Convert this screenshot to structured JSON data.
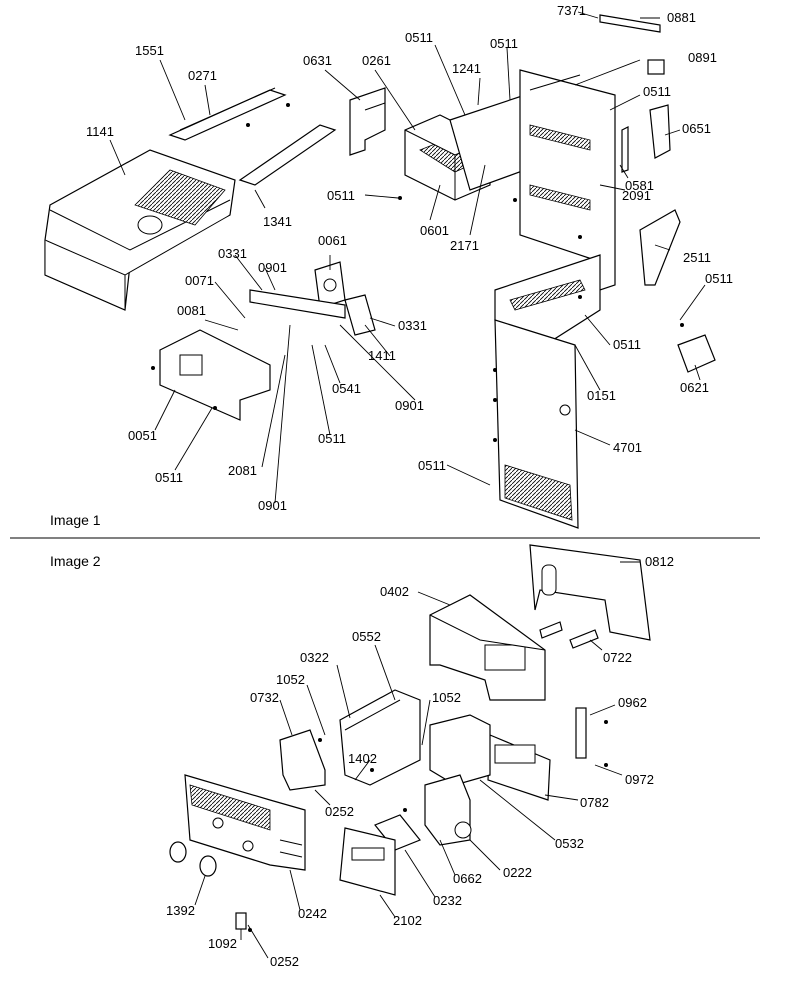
{
  "sections": [
    {
      "caption": "Image 1"
    },
    {
      "caption": "Image 2"
    }
  ],
  "image1": {
    "labels": [
      "7371",
      "0881",
      "1551",
      "0271",
      "0631",
      "0261",
      "0511",
      "1241",
      "0511",
      "0891",
      "1141",
      "0511",
      "0651",
      "2091",
      "0581",
      "0511",
      "0601",
      "2171",
      "1341",
      "0061",
      "0331",
      "0901",
      "2511",
      "0511",
      "0071",
      "0081",
      "0331",
      "1411",
      "0511",
      "0621",
      "0541",
      "0901",
      "0151",
      "0051",
      "0511",
      "2081",
      "0511",
      "4701",
      "0511",
      "0901"
    ]
  },
  "image2": {
    "labels": [
      "0812",
      "0402",
      "0722",
      "0552",
      "0322",
      "1052",
      "1052",
      "0732",
      "0962",
      "1402",
      "0972",
      "0252",
      "0782",
      "0532",
      "0222",
      "0662",
      "1392",
      "0242",
      "0232",
      "2102",
      "1092",
      "0252"
    ]
  }
}
